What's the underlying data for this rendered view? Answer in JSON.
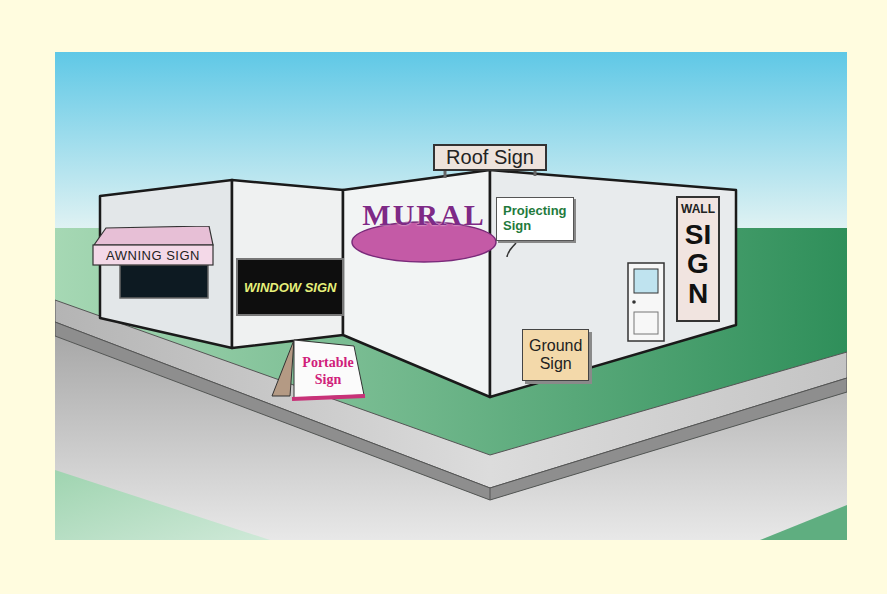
{
  "diagram": {
    "nodes": [
      {
        "text": [
          "Roof Sign"
        ]
      },
      {
        "text": [
          "MURAL"
        ]
      },
      {
        "text": [
          "Projecting Sign"
        ]
      },
      {
        "text": [
          "WALL",
          "SIGN"
        ]
      },
      {
        "text": [
          "AWNING SIGN"
        ]
      },
      {
        "text": [
          "WINDOW SIGN"
        ]
      },
      {
        "text": [
          "Ground Sign"
        ]
      },
      {
        "text": [
          "Portable Sign"
        ]
      }
    ]
  }
}
